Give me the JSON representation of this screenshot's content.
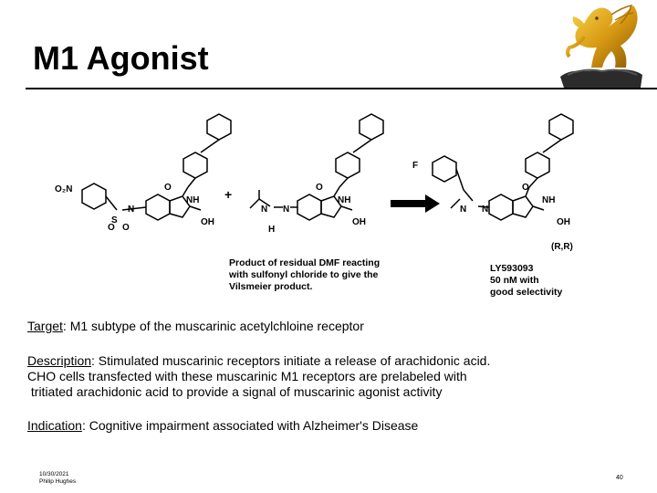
{
  "slide": {
    "title": "M1 Agonist"
  },
  "scheme": {
    "stereo_label": "(R,R)",
    "dmf_note": [
      "Product of residual DMF reacting",
      "with sulfonyl chloride to give the",
      "Vilsmeier product."
    ],
    "compound": [
      "LY593093",
      "50 nM with",
      "good selectivity"
    ],
    "atoms": {
      "o2n": "O₂N",
      "s": "S",
      "o": "O",
      "n": "N",
      "nh": "NH",
      "oh": "OH",
      "h": "H",
      "f": "F",
      "plus": "+"
    }
  },
  "body": {
    "target_label": "Target",
    "target_text": ": M1 subtype of the muscarinic acetylchloine receptor",
    "description_label": "Description",
    "description_lines": [
      ": Stimulated muscarinic receptors initiate a release of arachidonic acid.",
      "CHO cells transfected with these muscarinic M1 receptors are prelabeled with",
      " tritiated arachidonic acid to provide a signal of muscarinic agonist activity"
    ],
    "indication_label": "Indication",
    "indication_text": ": Cognitive impairment associated with Alzheimer's Disease"
  },
  "footer": {
    "date": "10/30/2021",
    "author": "Philip Hughes",
    "page": "40"
  }
}
